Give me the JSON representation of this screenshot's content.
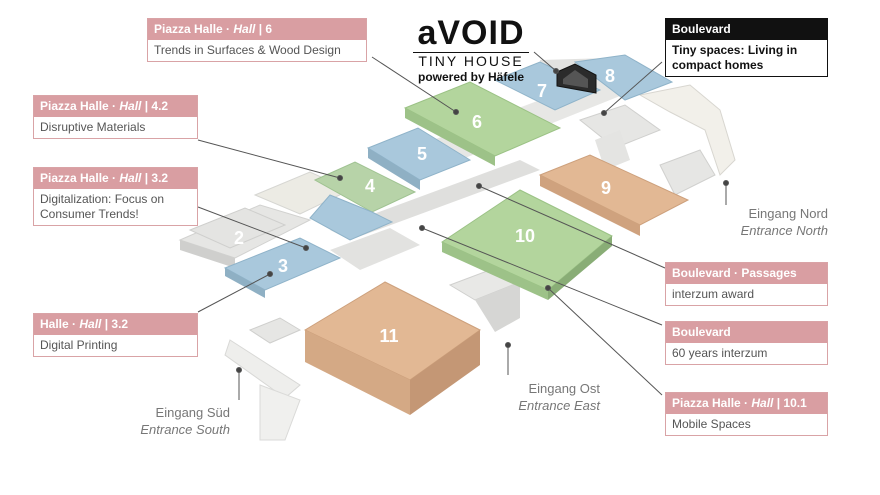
{
  "colors": {
    "callout_header": "#d99ea2",
    "callout_border": "#d9a3a6",
    "blue_hall": "#a9c8dc",
    "green_hall": "#b3d59d",
    "orange_hall": "#e2b894",
    "grey_building": "#e4e4e2",
    "highlight_header": "#111111"
  },
  "halls": [
    {
      "number": "2",
      "color": "grey"
    },
    {
      "number": "3",
      "color": "blue"
    },
    {
      "number": "4",
      "color": "blue-green"
    },
    {
      "number": "5",
      "color": "blue"
    },
    {
      "number": "6",
      "color": "green"
    },
    {
      "number": "7",
      "color": "blue"
    },
    {
      "number": "8",
      "color": "blue"
    },
    {
      "number": "9",
      "color": "orange"
    },
    {
      "number": "10",
      "color": "green"
    },
    {
      "number": "11",
      "color": "orange"
    }
  ],
  "logo": {
    "brand": "aVOID",
    "subtitle": "TINY HOUSE",
    "powered_by": "powered by Häfele"
  },
  "callouts": {
    "hall6": {
      "prefix": "Piazza Halle · ",
      "hall_word": "Hall",
      "suffix": " | 6",
      "text": "Trends in Surfaces & Wood Design"
    },
    "hall42": {
      "prefix": "Piazza Halle · ",
      "hall_word": "Hall",
      "suffix": " | 4.2",
      "text": "Disruptive Materials"
    },
    "hall32p": {
      "prefix": "Piazza Halle · ",
      "hall_word": "Hall",
      "suffix": " | 3.2",
      "text": "Digitalization: Focus on Consumer Trends!"
    },
    "hall32": {
      "prefix": "Halle · ",
      "hall_word": "Hall",
      "suffix": " | 3.2",
      "text": "Digital Printing"
    },
    "boulevard_tiny": {
      "title": "Boulevard",
      "text": "Tiny spaces: Living in compact homes"
    },
    "boulevard_passages": {
      "title": "Boulevard · Passages",
      "text": "interzum award"
    },
    "boulevard_60": {
      "title": "Boulevard",
      "text": "60 years interzum"
    },
    "hall101": {
      "prefix": "Piazza Halle · ",
      "hall_word": "Hall",
      "suffix": " | 10.1",
      "text": "Mobile Spaces"
    }
  },
  "entrances": {
    "north": {
      "de": "Eingang Nord",
      "en": "Entrance North"
    },
    "east": {
      "de": "Eingang Ost",
      "en": "Entrance East"
    },
    "south": {
      "de": "Eingang Süd",
      "en": "Entrance South"
    }
  }
}
